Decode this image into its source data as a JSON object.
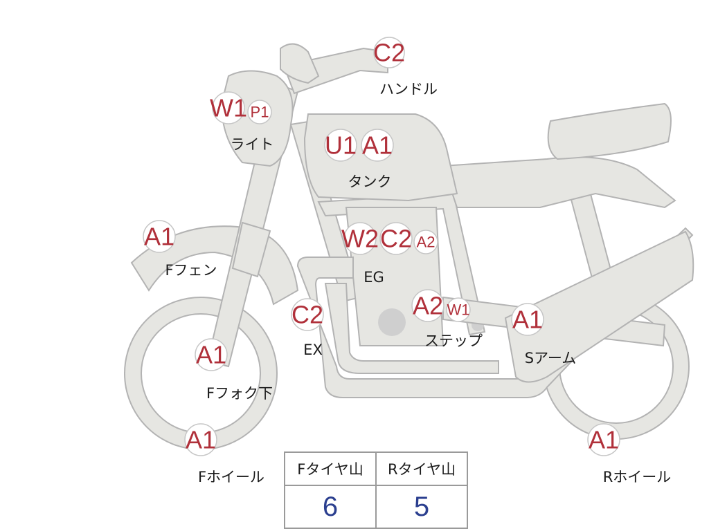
{
  "diagram": {
    "parts": [
      {
        "id": "handle",
        "label": "ハンドル",
        "badges": [
          {
            "code": "C2",
            "size": "lg"
          }
        ]
      },
      {
        "id": "light",
        "label": "ライト",
        "badges": [
          {
            "code": "W1",
            "size": "lg"
          },
          {
            "code": "P1",
            "size": "sm"
          }
        ]
      },
      {
        "id": "tank",
        "label": "タンク",
        "badges": [
          {
            "code": "U1",
            "size": "lg"
          },
          {
            "code": "A1",
            "size": "lg"
          }
        ]
      },
      {
        "id": "ffender",
        "label": "Fフェン",
        "badges": [
          {
            "code": "A1",
            "size": "lg"
          }
        ]
      },
      {
        "id": "eg",
        "label": "EG",
        "badges": [
          {
            "code": "W2",
            "size": "lg"
          },
          {
            "code": "C2",
            "size": "lg"
          },
          {
            "code": "A2",
            "size": "sm"
          }
        ]
      },
      {
        "id": "ex",
        "label": "EX",
        "badges": [
          {
            "code": "C2",
            "size": "lg"
          }
        ]
      },
      {
        "id": "step",
        "label": "ステップ",
        "badges": [
          {
            "code": "A2",
            "size": "lg"
          },
          {
            "code": "W1",
            "size": "sm"
          }
        ]
      },
      {
        "id": "sarm",
        "label": "Sアーム",
        "badges": [
          {
            "code": "A1",
            "size": "lg"
          }
        ]
      },
      {
        "id": "ffork",
        "label": "Fフォク下",
        "badges": [
          {
            "code": "A1",
            "size": "lg"
          }
        ]
      },
      {
        "id": "fwheel",
        "label": "Fホイール",
        "badges": [
          {
            "code": "A1",
            "size": "lg"
          }
        ]
      },
      {
        "id": "rwheel",
        "label": "Rホイール",
        "badges": [
          {
            "code": "A1",
            "size": "lg"
          }
        ]
      }
    ]
  },
  "tread_table": {
    "headers": [
      "Fタイヤ山",
      "Rタイヤ山"
    ],
    "values": [
      "6",
      "5"
    ]
  },
  "colors": {
    "badge_text": "#b0303a",
    "part_fill": "#e6e6e2",
    "part_stroke": "#b3b3b3",
    "table_value": "#2b3f8f"
  }
}
